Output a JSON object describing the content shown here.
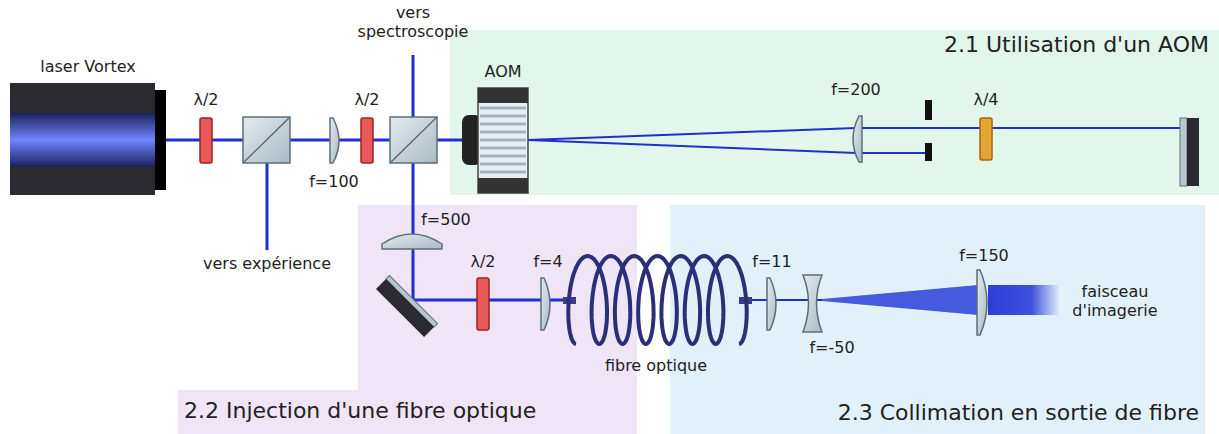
{
  "diagram": {
    "nodes": [
      {
        "text": [
          "laser Vortex"
        ]
      },
      {
        "text": [
          "2.1 Utilisation d'un AOM"
        ]
      },
      {
        "text": [
          "AOM"
        ],
        "in": 1
      },
      {
        "text": [
          "2.2 Injection d'une fibre optique"
        ]
      },
      {
        "text": [
          "2.3 Collimation en sortie de fibre"
        ]
      }
    ],
    "labels": [
      "vers spectroscopie",
      "λ/2",
      "λ/2",
      "f=100",
      "vers expérience",
      "f=200",
      "λ/4",
      "f=500",
      "λ/2",
      "f=4",
      "fibre optique",
      "f=11",
      "f=-50",
      "f=150",
      "faisceau d'imagerie"
    ]
  }
}
